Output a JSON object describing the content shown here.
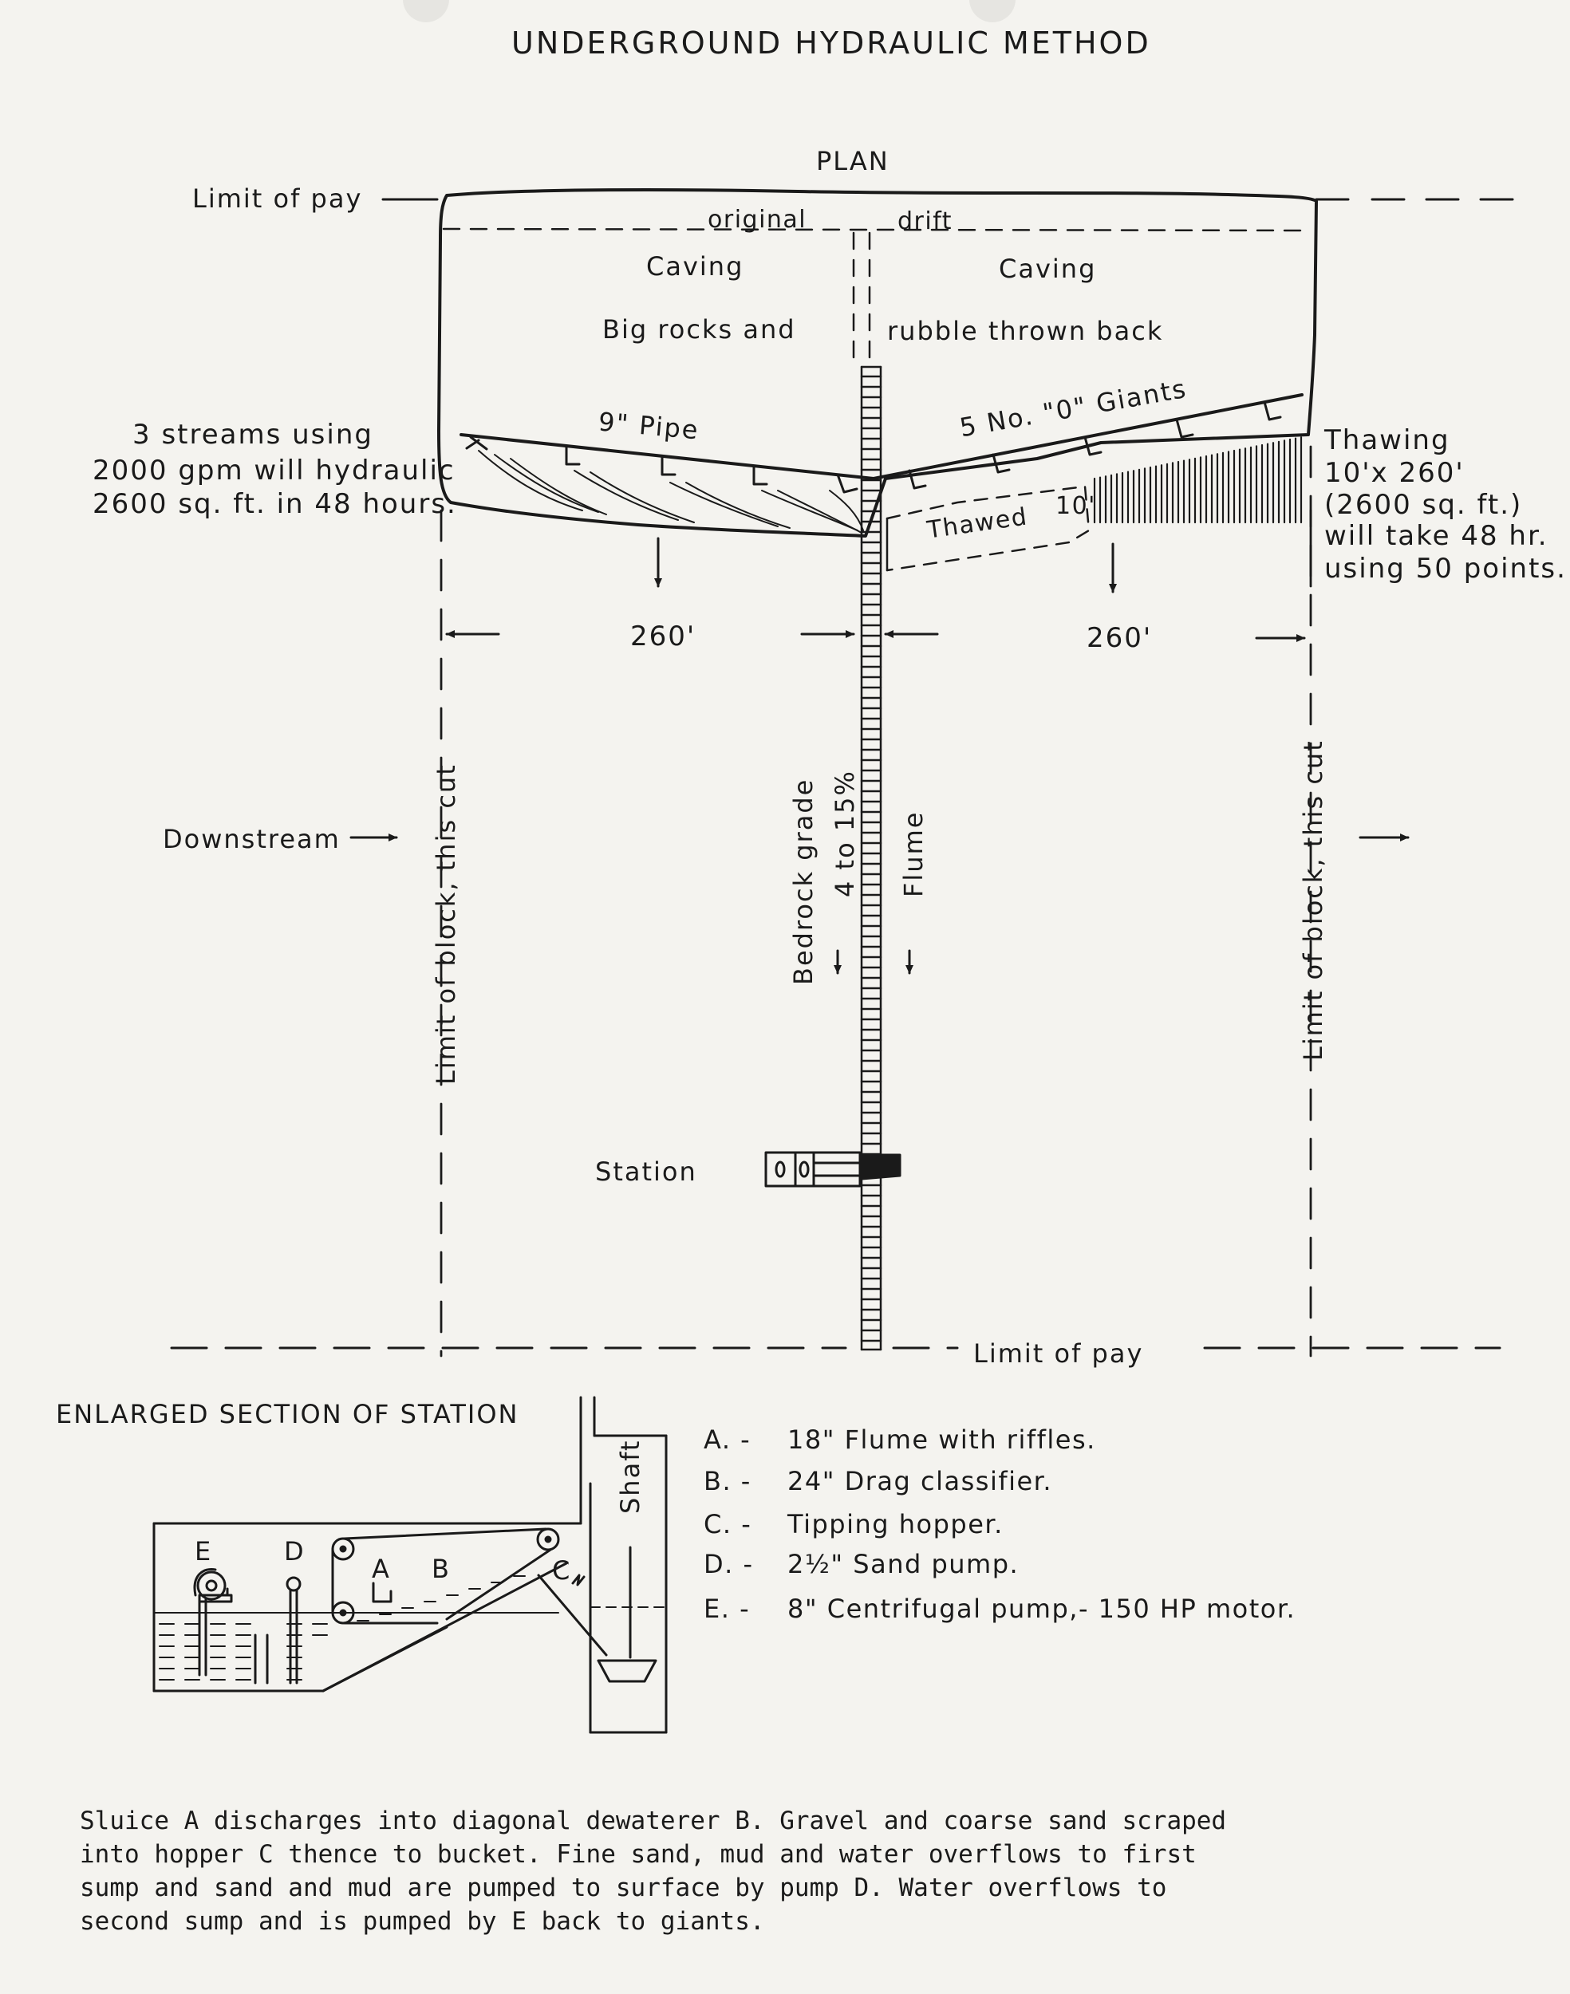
{
  "title": "UNDERGROUND HYDRAULIC METHOD",
  "plan": {
    "heading": "PLAN",
    "limit_of_pay_top": "Limit of pay",
    "limit_of_pay_bottom": "Limit of pay",
    "original": "original",
    "drift": "drift",
    "caving_left": "Caving",
    "caving_right": "Caving",
    "rocks_left": "Big rocks and",
    "rocks_right": "rubble thrown back",
    "pipe": "9\" Pipe",
    "giants": "5 No. \"0\" Giants",
    "streams_note": [
      "3 streams using",
      "2000 gpm will hydraulic",
      "2600 sq. ft. in 48 hours."
    ],
    "thawing_note": [
      "Thawing",
      "10'x 260'",
      "(2600 sq. ft.)",
      "will take 48 hr.",
      "using 50 points."
    ],
    "thawed": "Thawed",
    "ten": "10'",
    "dim_left": "260'",
    "dim_right": "260'",
    "downstream": "Downstream",
    "limit_block_left": "Limit of block, this cut",
    "limit_block_right": "Limit of block, this cut",
    "bedrock_grade": [
      "Bedrock grade",
      "4 to 15%"
    ],
    "flume": "Flume",
    "station": "Station"
  },
  "section": {
    "heading": "ENLARGED SECTION OF STATION",
    "shaft": "Shaft",
    "letters": [
      "E",
      "D",
      "A",
      "B",
      "C"
    ]
  },
  "legend": [
    {
      "key": "A.  -",
      "text": "18\" Flume with riffles."
    },
    {
      "key": "B.  -",
      "text": "24\" Drag classifier."
    },
    {
      "key": "C.  -",
      "text": "Tipping hopper."
    },
    {
      "key": "D.  -",
      "text": "2½\" Sand pump."
    },
    {
      "key": "E.  -",
      "text": "8\" Centrifugal pump,- 150 HP motor."
    }
  ],
  "caption": "Sluice A discharges into diagonal dewaterer B.  Gravel and coarse sand scraped\ninto hopper C thence to bucket.  Fine sand, mud and water overflows to first\nsump and sand and mud are pumped to surface by pump D.  Water overflows to\nsecond sump and is pumped by E back to giants."
}
